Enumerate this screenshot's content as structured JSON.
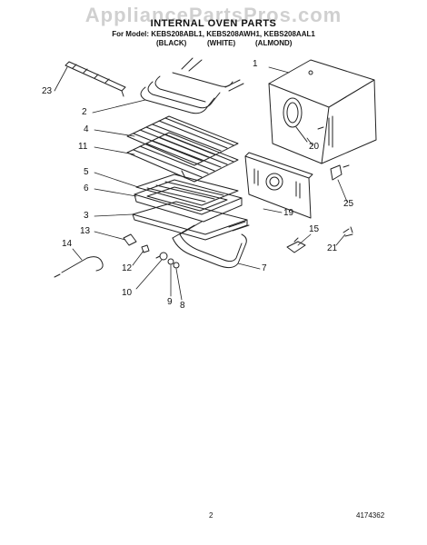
{
  "watermark": "AppliancePartsPros.com",
  "header": {
    "title": "INTERNAL OVEN PARTS",
    "model_line": "For Model: KEBS208ABL1, KEBS208AWH1, KEBS208AAL1",
    "variants": [
      "(BLACK)",
      "(WHITE)",
      "(ALMOND)"
    ]
  },
  "callouts": {
    "c1": "1",
    "c2": "2",
    "c3": "3",
    "c4": "4",
    "c5": "5",
    "c6": "6",
    "c7": "7",
    "c8": "8",
    "c9": "9",
    "c10": "10",
    "c11": "11",
    "c12": "12",
    "c13": "13",
    "c14": "14",
    "c15": "15",
    "c19": "19",
    "c20": "20",
    "c21": "21",
    "c23": "23",
    "c25": "25"
  },
  "footer": {
    "page_number": "2",
    "doc_number": "4174362"
  }
}
